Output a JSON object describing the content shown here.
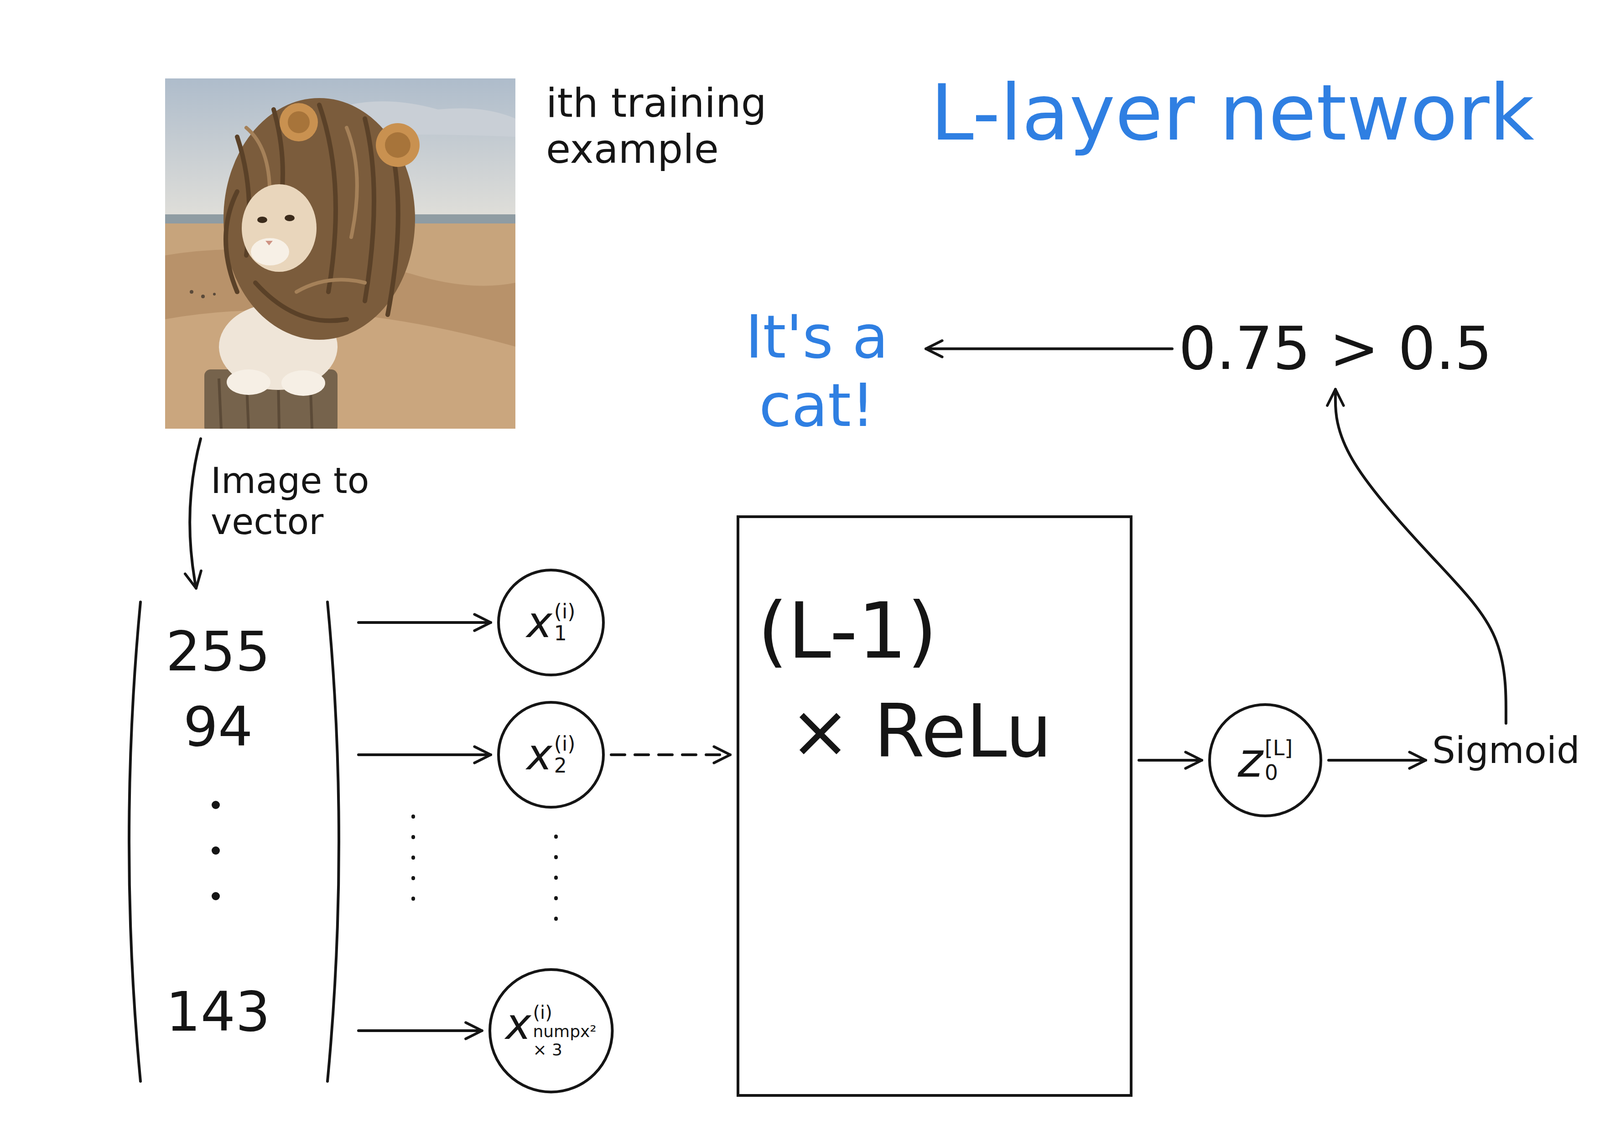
{
  "diagram": {
    "title": "L-layer network",
    "nodes": [
      {
        "text": [
          "255",
          "94",
          "143"
        ]
      },
      {
        "text": [
          "x",
          "(i)",
          "1"
        ]
      },
      {
        "text": [
          "x",
          "(i)",
          "2"
        ]
      },
      {
        "text": [
          "x",
          "(i)",
          "numpx² × 3"
        ]
      },
      {
        "text": [
          "(L-1)",
          "× ReLu"
        ]
      },
      {
        "text": [
          "z",
          "[L]",
          "0"
        ]
      },
      {
        "text": [
          "Sigmoid"
        ]
      },
      {
        "text": [
          "0.75 > 0.5"
        ]
      },
      {
        "text": [
          "It's a cat!"
        ]
      }
    ],
    "edges": [
      {
        "from": 0,
        "to": 1,
        "arrow": "to"
      },
      {
        "from": 0,
        "to": 2,
        "arrow": "to"
      },
      {
        "from": 0,
        "to": 3,
        "arrow": "to"
      },
      {
        "from": 2,
        "to": 4,
        "arrow": "to"
      },
      {
        "from": 4,
        "to": 5,
        "arrow": "to"
      },
      {
        "from": 5,
        "to": 6,
        "arrow": "to"
      },
      {
        "from": 6,
        "to": 7,
        "arrow": "to"
      },
      {
        "from": 7,
        "to": 8,
        "arrow": "to"
      }
    ],
    "labels": [
      "ith training example",
      "Image to vector"
    ]
  }
}
